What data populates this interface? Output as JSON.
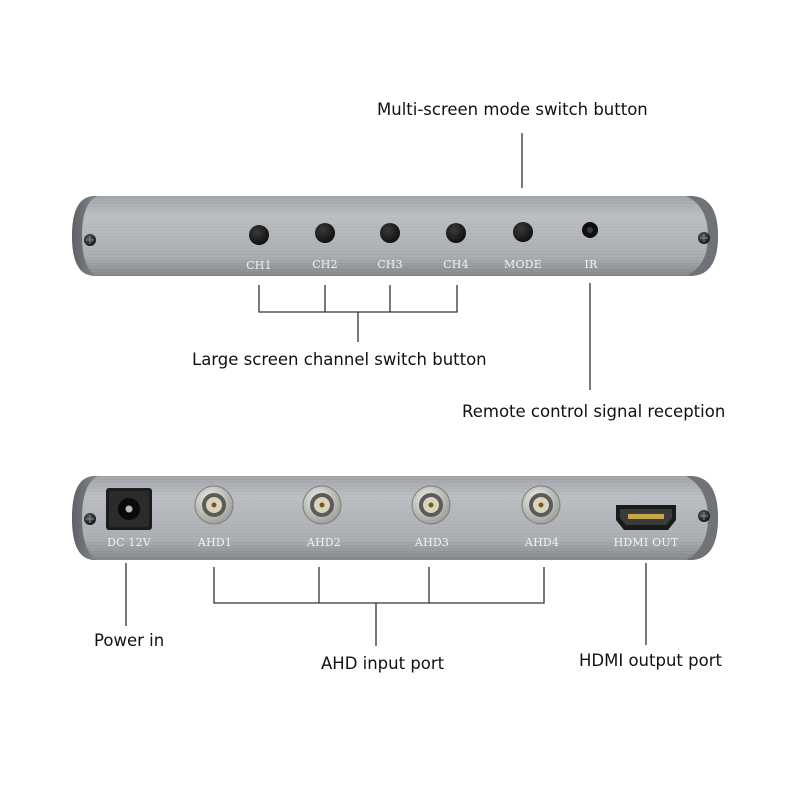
{
  "callouts": {
    "mode_switch": "Multi-screen mode switch button",
    "channel_switch": "Large screen channel switch button",
    "remote_signal": "Remote control signal reception",
    "power_in": "Power in",
    "ahd_input": "AHD input port",
    "hdmi_output": "HDMI output port"
  },
  "front_panel": {
    "buttons": [
      {
        "label": "CH1"
      },
      {
        "label": "CH2"
      },
      {
        "label": "CH3"
      },
      {
        "label": "CH4"
      },
      {
        "label": "MODE"
      }
    ],
    "ir_label": "IR"
  },
  "rear_panel": {
    "power_label": "DC 12V",
    "bnc_ports": [
      {
        "label": "AHD1"
      },
      {
        "label": "AHD2"
      },
      {
        "label": "AHD3"
      },
      {
        "label": "AHD4"
      }
    ],
    "hdmi_label": "HDMI OUT"
  },
  "colors": {
    "panel_light": "#b5b8bc",
    "panel_dark": "#6c7075",
    "button": "#1a1a1a",
    "bnc_metal": "#c8c8c4",
    "line": "#333333"
  }
}
